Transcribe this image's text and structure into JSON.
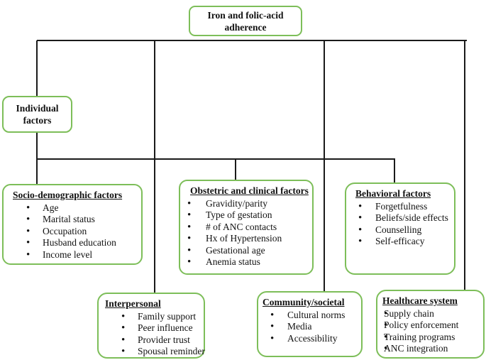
{
  "colors": {
    "box_border": "#7dbe59",
    "connector_line": "#1a1a1a",
    "text": "#111111",
    "background": "#ffffff"
  },
  "diagram": {
    "root": {
      "title": "Iron and folic-acid adherence"
    },
    "individual": {
      "title": "Individual factors"
    },
    "socio": {
      "title": "Socio-demographic factors",
      "items": [
        "Age",
        "Marital status",
        "Occupation",
        "Husband education",
        "Income level"
      ]
    },
    "obstetric": {
      "title": "Obstetric and clinical factors",
      "items": [
        "Gravidity/parity",
        "Type of gestation",
        "# of ANC contacts",
        "Hx of Hypertension",
        "Gestational age",
        "Anemia status"
      ]
    },
    "behavioral": {
      "title": "Behavioral factors",
      "items": [
        "Forgetfulness",
        "Beliefs/side effects",
        "Counselling",
        "Self-efficacy"
      ]
    },
    "interpersonal": {
      "title": "Interpersonal",
      "items": [
        "Family support",
        "Peer influence",
        "Provider trust",
        "Spousal reminder"
      ]
    },
    "community": {
      "title": "Community/societal",
      "items": [
        "Cultural norms",
        "Media",
        "Accessibility"
      ]
    },
    "healthcare": {
      "title": "Healthcare system",
      "items": [
        "Supply chain",
        "Policy enforcement",
        "Training programs",
        "ANC integration"
      ]
    }
  }
}
